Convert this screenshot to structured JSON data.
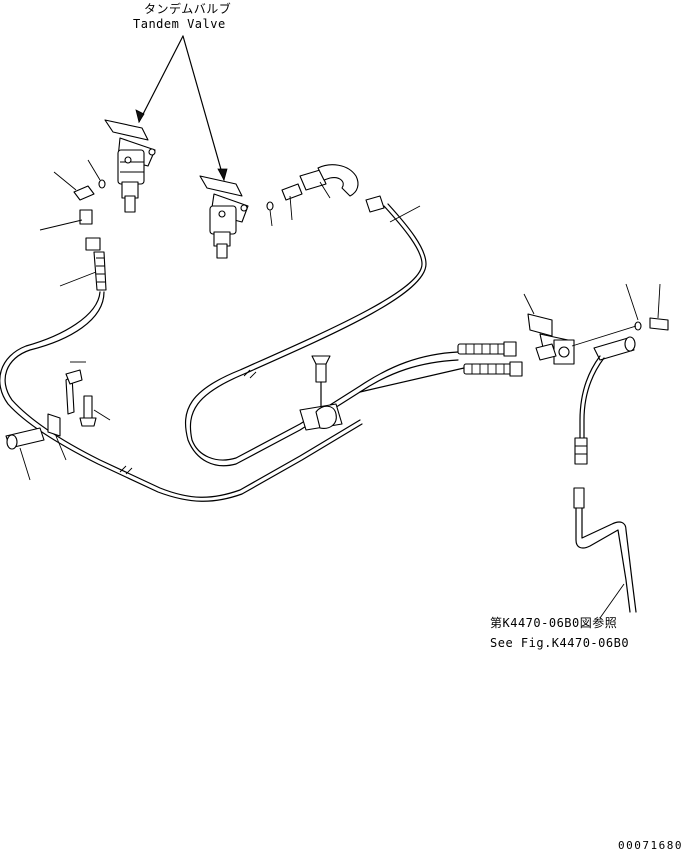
{
  "diagram": {
    "title_jp": "タンデムバルブ",
    "title_en": "Tandem Valve",
    "reference_jp": "第K4470-06B0図参照",
    "reference_en": "See Fig.K4470-06B0",
    "drawing_number": "00071680"
  },
  "colors": {
    "line": "#000000",
    "background": "#ffffff"
  }
}
